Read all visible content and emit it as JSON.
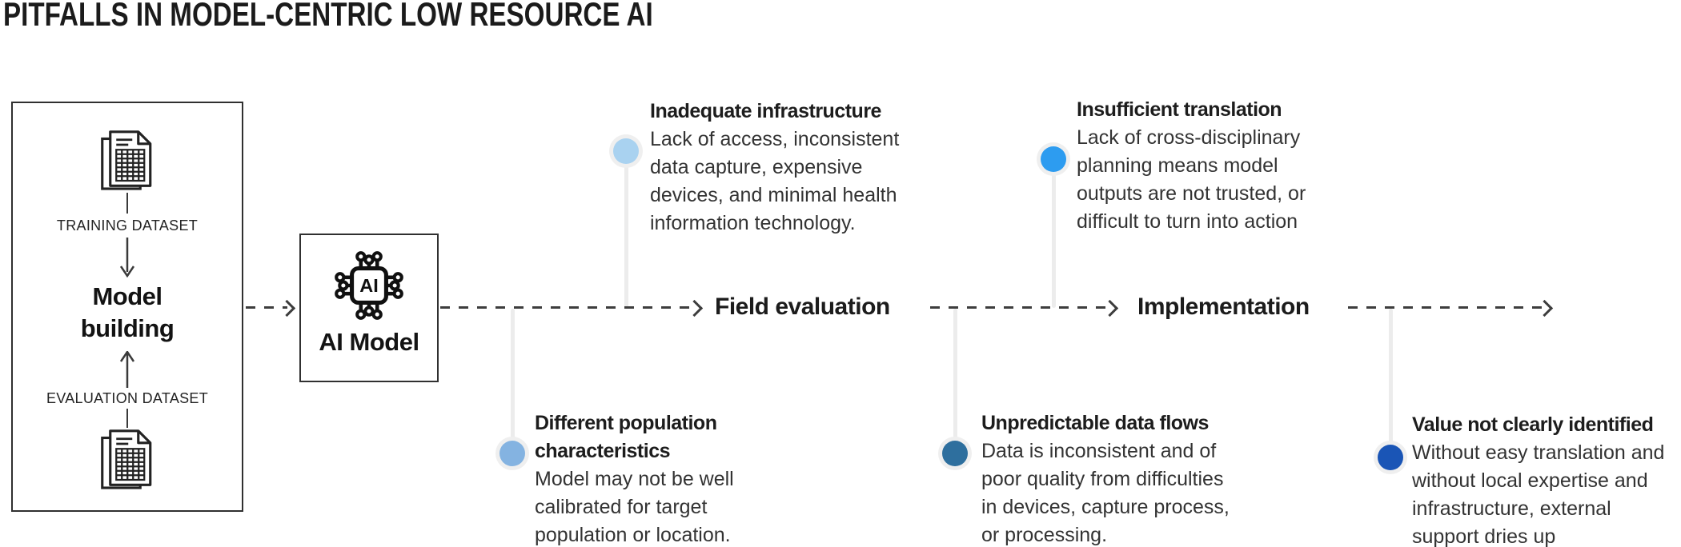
{
  "title": "PITFALLS IN MODEL-CENTRIC LOW RESOURCE AI",
  "model_building_box": {
    "training_dataset_label": "TRAINING DATASET",
    "title": "Model\nbuilding",
    "evaluation_dataset_label": "EVALUATION DATASET",
    "doc_icon": "spreadsheet-document-icon"
  },
  "ai_model_box": {
    "chip_label": "AI",
    "label": "AI Model",
    "icon": "ai-chip-icon"
  },
  "timeline": {
    "line_color": "#3d3d3d",
    "stage_labels": [
      "Field evaluation",
      "Implementation"
    ]
  },
  "callouts": [
    {
      "title": "Inadequate infrastructure",
      "body": "Lack of access, inconsistent\ndata capture, expensive\ndevices, and minimal health\ninformation technology.",
      "dot_color": "#a9d2f0",
      "position": "above-timeline"
    },
    {
      "title": "Different population\ncharacteristics",
      "body": "Model may not be well\ncalibrated for target\npopulation or location.",
      "dot_color": "#84b3e1",
      "position": "below-timeline"
    },
    {
      "title": "Insufficient translation",
      "body": "Lack of cross-disciplinary\nplanning means model\noutputs are not trusted, or\ndifficult to turn into action",
      "dot_color": "#2d9cf0",
      "position": "above-timeline"
    },
    {
      "title": "Unpredictable data flows",
      "body": "Data is inconsistent and of\npoor quality from difficulties\nin devices, capture process,\nor processing.",
      "dot_color": "#2e6f9e",
      "position": "below-timeline"
    },
    {
      "title": "Value not clearly identified",
      "body": "Without easy translation and\nwithout local expertise and\ninfrastructure, external\nsupport dries up",
      "dot_color": "#1a55b6",
      "position": "below-timeline"
    }
  ]
}
